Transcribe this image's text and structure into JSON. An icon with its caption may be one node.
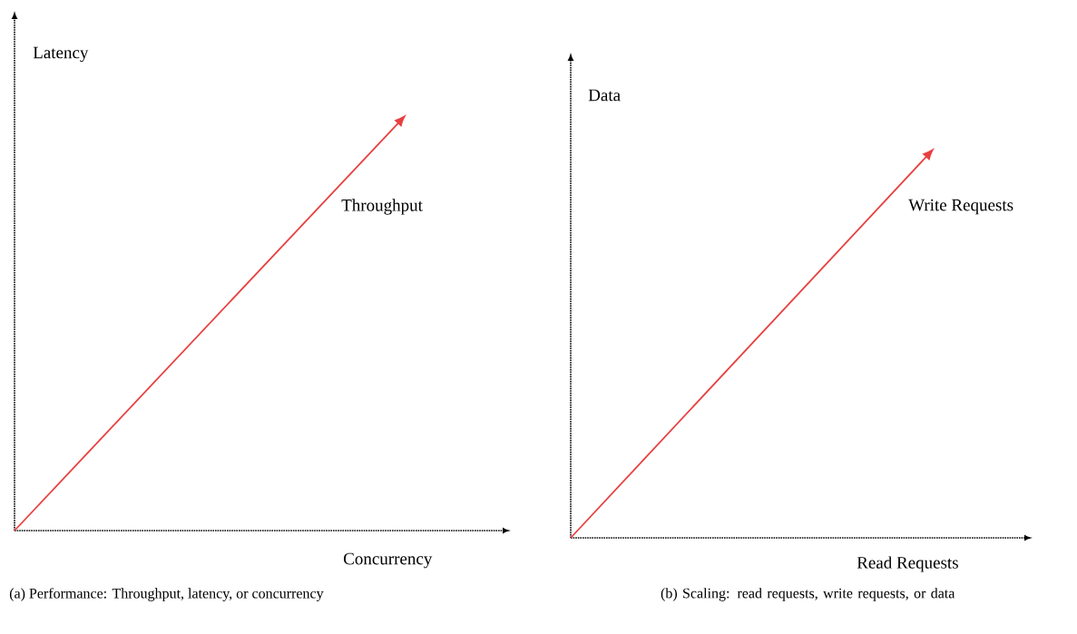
{
  "diagram": {
    "labels": [
      "Latency",
      "Throughput",
      "Concurrency",
      "(a) Performance: Throughput, latency, or concurrency",
      "Data",
      "Write Requests",
      "Read Requests",
      "(b) Scaling: read requests, write requests, or data"
    ]
  }
}
